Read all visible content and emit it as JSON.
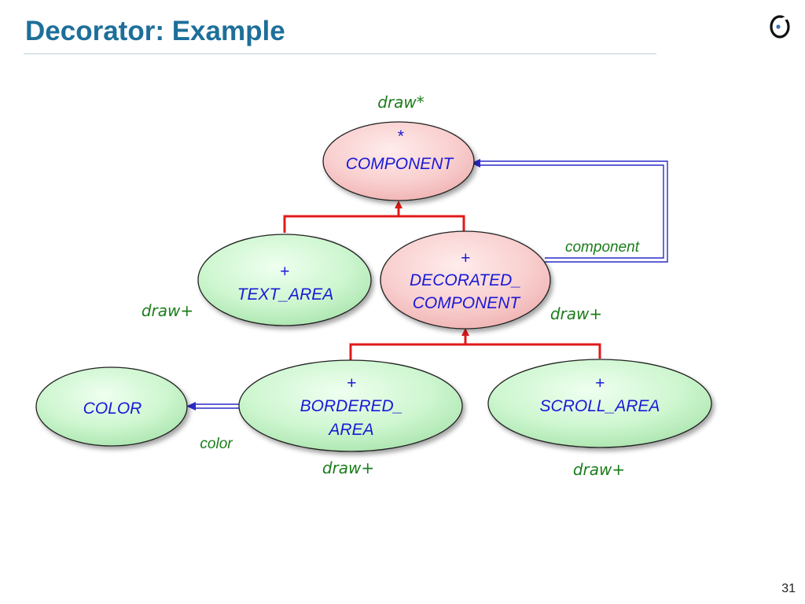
{
  "slide": {
    "title": "Decorator: Example",
    "page_number": "31",
    "logo_icon": "eiffel-logo-icon"
  },
  "colors": {
    "title": "#1d6f9a",
    "deferred_fill": "#f9c9c9",
    "effective_fill": "#c9f3c9",
    "class_text": "#1a1ad6",
    "feature_text": "#1b7d1b",
    "inheritance_link": "#e11a1a",
    "client_link": "#2a2ac8"
  },
  "classes": {
    "component": {
      "marker": "*",
      "name": "COMPONENT"
    },
    "text_area": {
      "marker": "+",
      "name": "TEXT_AREA"
    },
    "decorated_component": {
      "marker": "+",
      "name_line1": "DECORATED_",
      "name_line2": "COMPONENT"
    },
    "color": {
      "name": "COLOR"
    },
    "bordered_area": {
      "marker": "+",
      "name_line1": "BORDERED_",
      "name_line2": "AREA"
    },
    "scroll_area": {
      "marker": "+",
      "name": "SCROLL_AREA"
    }
  },
  "features": {
    "component_draw": "draw*",
    "text_area_draw": "draw+",
    "decorated_draw": "draw+",
    "bordered_draw": "draw+",
    "scroll_draw": "draw+"
  },
  "relations": {
    "component_label": "component",
    "color_label": "color"
  }
}
